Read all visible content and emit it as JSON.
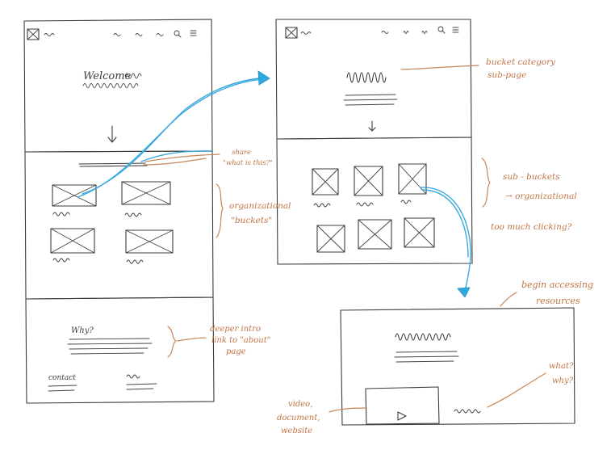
{
  "wireframes": {
    "home": {
      "welcome": "Welcome",
      "why": "Why?",
      "contact": "contact"
    }
  },
  "annotations": {
    "bucket_category": [
      "bucket category",
      "sub-page"
    ],
    "share": [
      "share",
      "\"what is this?\""
    ],
    "org_buckets": [
      "organizational",
      "\"buckets\""
    ],
    "sub_buckets": [
      "sub - buckets",
      "→ organizational"
    ],
    "too_much": "too much clicking?",
    "deeper_intro": [
      "deeper intro",
      "link to \"about\"",
      "page"
    ],
    "begin_accessing": [
      "begin accessing",
      "resources"
    ],
    "what_why": [
      "what?",
      "why?"
    ],
    "video_doc": [
      "video,",
      "document,",
      "website"
    ]
  },
  "colors": {
    "ink": "#3b3b3b",
    "annotation": "#c07545",
    "arrow": "#3aa9df"
  }
}
